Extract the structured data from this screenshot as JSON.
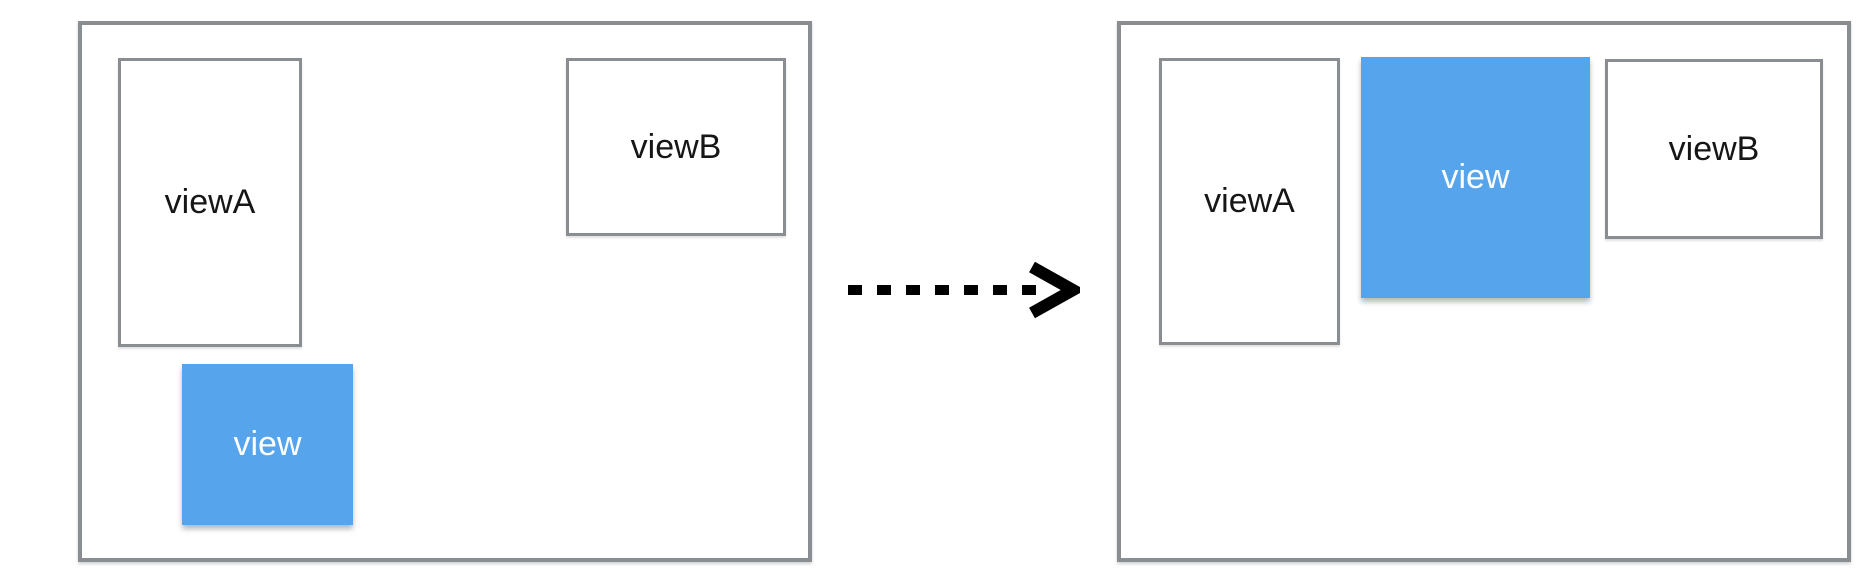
{
  "colors": {
    "accent_blue": "#55A4EC",
    "border_gray": "#8A8D92",
    "text_dark": "#161616",
    "text_light": "#FDFDFD",
    "arrow_black": "#000000",
    "background": "#FFFFFF"
  },
  "before_panel": {
    "viewA_label": "viewA",
    "viewB_label": "viewB",
    "view_label": "view"
  },
  "after_panel": {
    "viewA_label": "viewA",
    "viewB_label": "viewB",
    "view_label": "view"
  },
  "arrow": {
    "icon": "dashed-right-arrow"
  }
}
